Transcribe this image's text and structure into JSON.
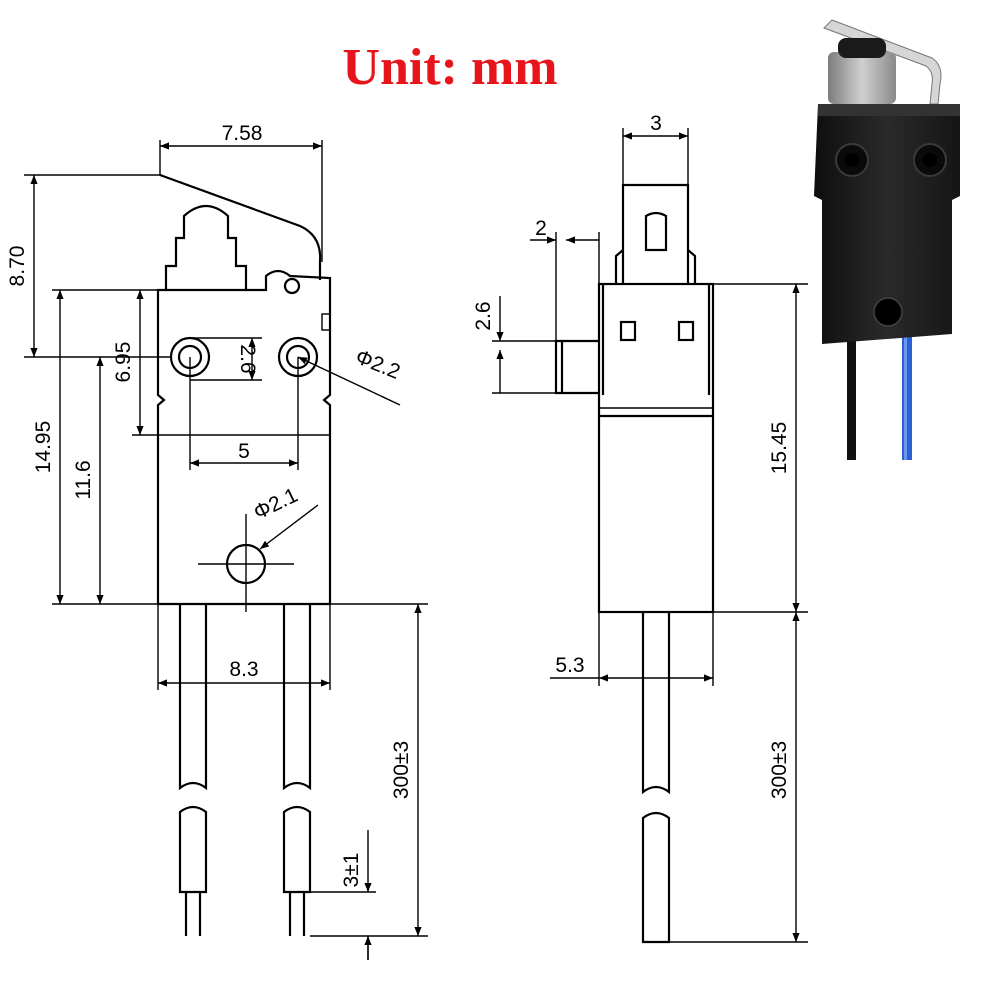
{
  "title": "Unit: mm",
  "front_view": {
    "lever_width": "7.58",
    "total_height": "8.70",
    "hole_spacing_v": "6.95",
    "hole_offset": "2.6",
    "hole_diameter": "Φ2.2",
    "body_height": "14.95",
    "mount_height": "11.6",
    "hole_spacing_h": "5",
    "mount_diameter": "Φ2.1",
    "body_width": "8.3",
    "lead_length": "300±3",
    "strip_length": "3±1"
  },
  "side_view": {
    "plunger_width": "3",
    "tab_width": "2",
    "tab_height": "2.6",
    "body_height": "15.45",
    "body_depth": "5.3",
    "lead_length": "300±3"
  },
  "colors": {
    "title": "#e8141b",
    "switch_body": "#1c1c1c",
    "wire_black": "#111111",
    "wire_blue": "#2a5fd6"
  }
}
